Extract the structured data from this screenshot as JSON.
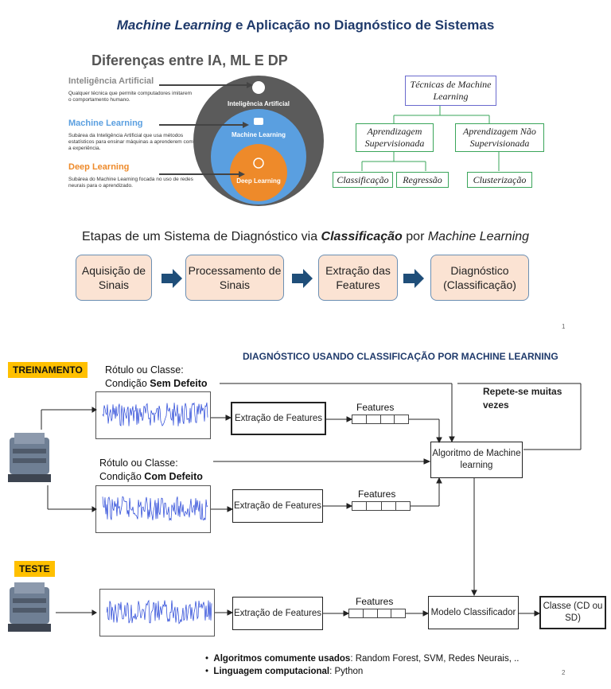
{
  "title": {
    "italic": "Machine Learning",
    "rest": " e Aplicação no Diagnóstico de Sistemas"
  },
  "diferencas": {
    "heading": "Diferenças entre IA, ML E DP",
    "ia": {
      "label": "Inteligência Artificial",
      "desc": "Qualquer técnica que permite computadores imitarem o comportamento humano."
    },
    "ml": {
      "label": "Machine Learning",
      "desc": "Subárea da Inteligência Artificial que usa métodos estatísticos para ensinar máquinas a aprenderem com a experiência."
    },
    "dl": {
      "label": "Deep Learning",
      "desc": "Subárea do Machine Learning focada no uso de redes neurais para o aprendizado."
    },
    "circles": {
      "outer": "Inteligência Artificial",
      "middle": "Machine Learning",
      "inner": "Deep Learning"
    },
    "colors": {
      "outer": "#555555",
      "middle": "#5a9fe0",
      "inner": "#ee8a2a"
    }
  },
  "tecnicas": {
    "root": "Técnicas de Machine Learning",
    "sup": "Aprendizagem Supervisionada",
    "naosup": "Aprendizagem Não Supervisionada",
    "classif": "Classificação",
    "regress": "Regressão",
    "cluster": "Clusterização"
  },
  "etapas": {
    "pre": "Etapas de um Sistema de Diagnóstico via ",
    "bold": "Classificação",
    "mid": " por ",
    "italic": "Machine Learning",
    "steps": [
      "Aquisição de Sinais",
      "Processamento de Sinais",
      "Extração das Features",
      "Diagnóstico (Classificação)"
    ]
  },
  "page1": "1",
  "page2": "2",
  "diag": {
    "title": "DIAGNÓSTICO USANDO CLASSIFICAÇÃO POR MACHINE LEARNING",
    "treinamento": "TREINAMENTO",
    "teste": "TESTE",
    "rotulo1": "Rótulo ou Classe:",
    "cond1_pre": "Condição ",
    "cond1_bold": "Sem Defeito",
    "rotulo2": "Rótulo ou Classe:",
    "cond2_pre": "Condição ",
    "cond2_bold": "Com Defeito",
    "extracao": "Extração de Features",
    "features": "Features",
    "repete": "Repete-se muitas vezes",
    "algoritmo": "Algoritmo de Machine learning",
    "modelo": "Modelo Classificador",
    "classe": "Classe (CD ou SD)"
  },
  "bullets": [
    {
      "bold": "Algoritmos comumente usados",
      "rest": ": Random Forest, SVM, Redes Neurais, .."
    },
    {
      "bold": "Linguagem computacional",
      "rest": ": Python"
    }
  ],
  "signal_color": "#1f3fd6",
  "accent_colors": {
    "step_fill": "#fbe3d3",
    "arrow": "#1f4e79",
    "tag": "#ffc000"
  }
}
